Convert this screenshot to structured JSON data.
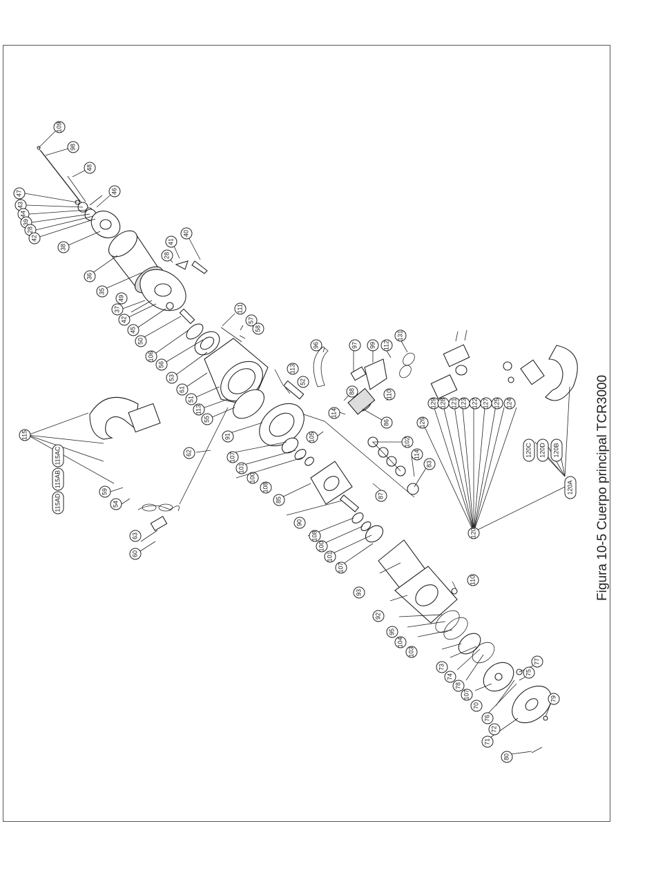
{
  "caption": "Figura 10-5 Cuerpo principal TCR3000",
  "labels": {
    "l109": "109",
    "l98": "98",
    "l48": "48",
    "l47": "47",
    "l43": "43",
    "l44": "44",
    "l39": "39",
    "l28a": "28",
    "l42a": "42",
    "l38": "38",
    "l46": "46",
    "l36": "36",
    "l35": "35",
    "l37": "37",
    "l49": "49",
    "l42b": "42",
    "l45": "45",
    "l50": "50",
    "l28b": "28",
    "l41": "41",
    "l40": "40",
    "l111": "111",
    "l57": "57",
    "l58": "58",
    "l106": "106",
    "l56": "56",
    "l53": "53",
    "l61": "61",
    "l51": "51",
    "l113a": "113",
    "l55": "55",
    "l113b": "113",
    "l52": "52",
    "l62": "62",
    "l91": "91",
    "l107a": "107",
    "l105": "105",
    "l101a": "101",
    "l100a": "100",
    "l108a": "108",
    "l85": "85",
    "l90": "90",
    "l108b": "108",
    "l100b": "100",
    "l101b": "101",
    "l107b": "107",
    "l115": "115",
    "l115AC": "115AC",
    "l115AB": "115AB",
    "l115AD": "115AD",
    "l59": "59",
    "l54": "54",
    "l63": "63",
    "l60": "60",
    "l96": "96",
    "l97": "97",
    "l99": "99",
    "l112": "112",
    "l131": "131",
    "l88": "88",
    "l114a": "114",
    "l110a": "110",
    "l86": "86",
    "l102": "102",
    "l114b": "114",
    "l83": "83",
    "l87": "87",
    "l126": "126",
    "l129": "129",
    "l128": "128",
    "l121": "121",
    "l123": "123",
    "l122": "122",
    "l127": "127",
    "l125": "125",
    "l124": "124",
    "l120": "120",
    "l120C": "120C",
    "l120D": "120D",
    "l120B": "120B",
    "l120A": "120A",
    "l93": "93",
    "l92": "92",
    "l110b": "110",
    "l95": "95",
    "l104": "104",
    "l103": "103",
    "l73": "73",
    "l74": "74",
    "l78": "78",
    "l107c": "107",
    "l70": "70",
    "l76": "76",
    "l72": "72",
    "l77": "77",
    "l75": "75",
    "l71": "71",
    "l79": "79",
    "l80": "80"
  }
}
